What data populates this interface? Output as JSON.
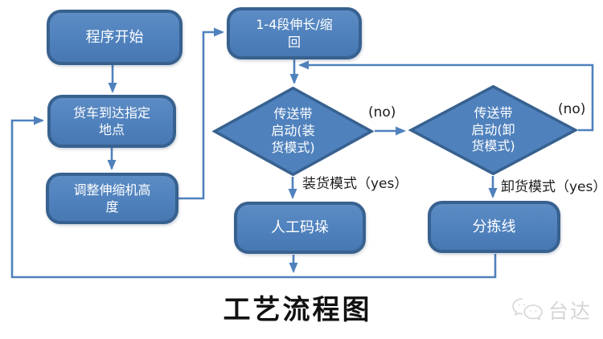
{
  "flowchart": {
    "nodes": {
      "start": {
        "label": "程序开始"
      },
      "truck_arrive": {
        "label": "货车到达指定\n地点"
      },
      "adjust_height": {
        "label": "调整伸缩机高\n度"
      },
      "extend_retract": {
        "label": "1-4段伸长/缩\n回"
      },
      "conveyor_loading": {
        "label": "传送带\n启动(装\n货模式)"
      },
      "conveyor_unloading": {
        "label": "传送带\n启动(卸\n货模式)"
      },
      "manual_palletizing": {
        "label": "人工码垛"
      },
      "sorting_line": {
        "label": "分拣线"
      }
    },
    "edge_labels": {
      "loading_no": "(no)",
      "unloading_no": "(no)",
      "loading_yes": "装货模式（yes）",
      "unloading_yes": "卸货模式（yes）"
    },
    "colors": {
      "node_fill": "#4f81bd",
      "node_border": "#37618f",
      "connector": "#4f81bd",
      "node_text": "#ffffff",
      "label_text": "#1c1c1c"
    }
  },
  "title": "工艺流程图",
  "watermark": {
    "icon": "chat-bubbles-icon",
    "text": "台达",
    "color": "#d5d5d5"
  }
}
